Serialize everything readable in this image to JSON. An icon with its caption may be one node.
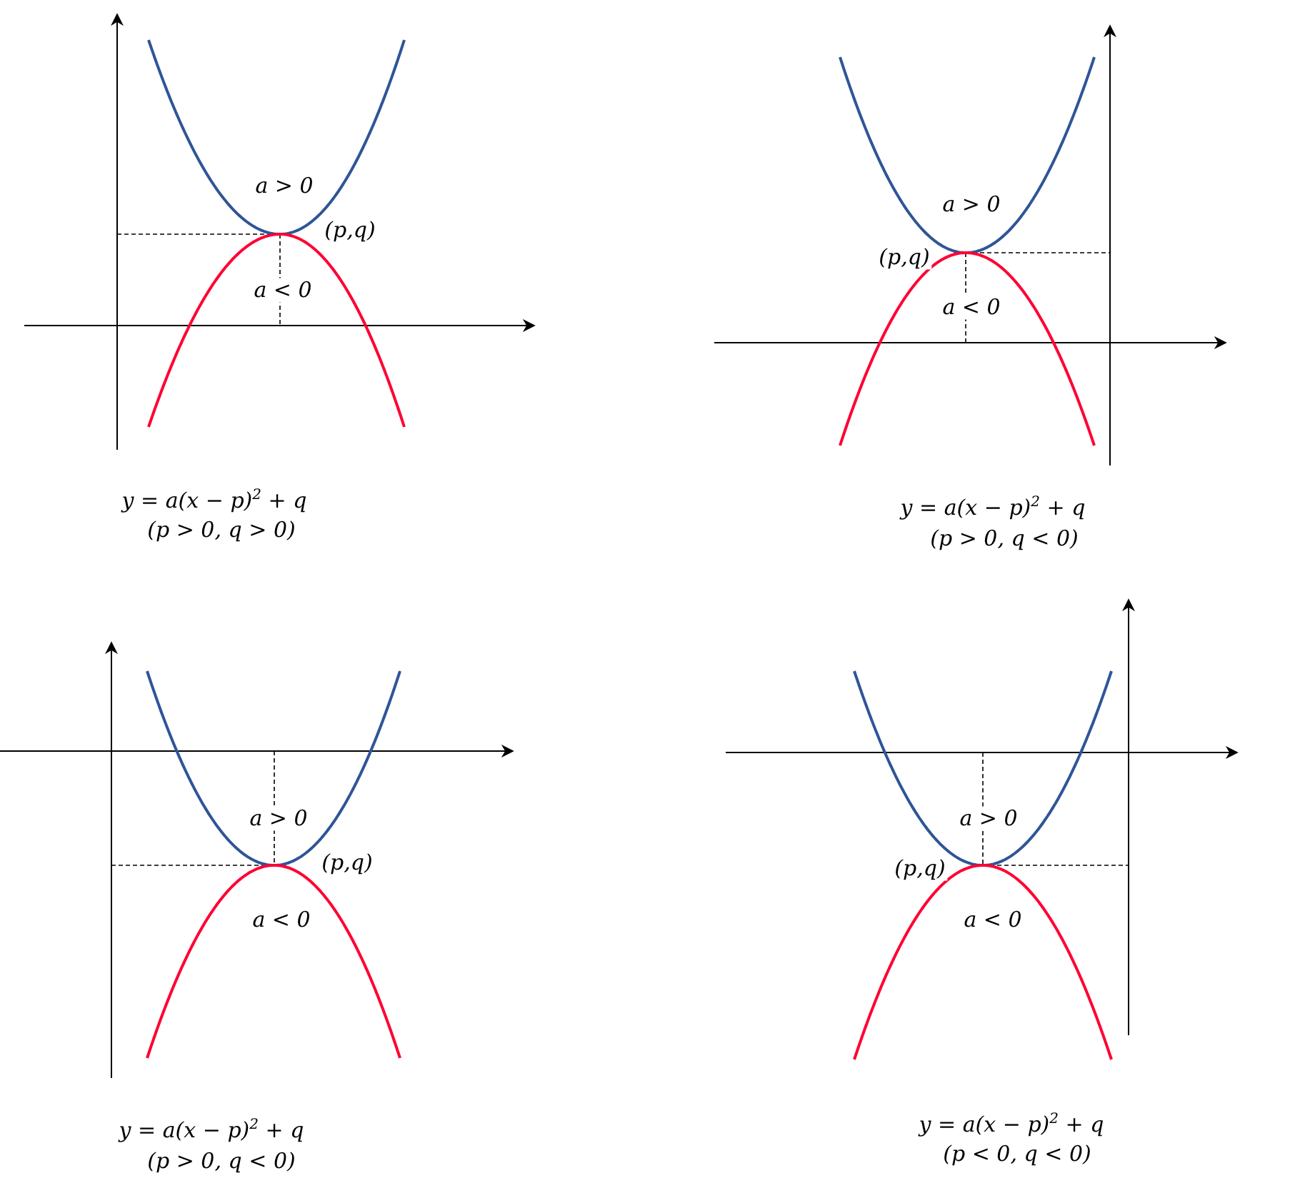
{
  "diagram": {
    "labels": [
      "a > 0",
      "(p,q)",
      "a < 0",
      "y = a(x − p)$^{2}$ + q",
      "(p > 0, q > 0)",
      "a > 0",
      "(p,q)",
      "a < 0",
      "y = a(x − p)$^{2}$ + q",
      "(p > 0, q < 0)",
      "a > 0",
      "(p,q)",
      "a < 0",
      "y = a(x − p)$^{2}$ + q",
      "(p > 0, q < 0)",
      "a > 0",
      "(p,q)",
      "a < 0",
      "y = a(x − p)$^{2}$ + q",
      "(p < 0, q < 0)"
    ]
  }
}
